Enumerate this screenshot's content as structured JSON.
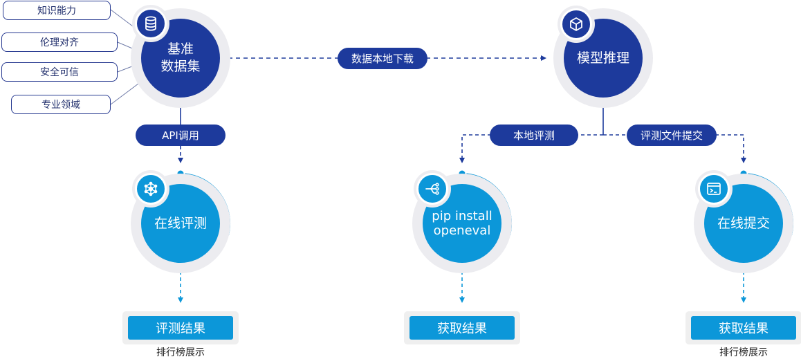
{
  "tags": [
    "知识能力",
    "伦理对齐",
    "安全可信",
    "专业领域"
  ],
  "nodes": {
    "dataset": {
      "line1": "基准",
      "line2": "数据集",
      "icon": "database-icon"
    },
    "model_inference": {
      "label": "模型推理",
      "icon": "cube-icon"
    },
    "online_eval": {
      "label": "在线评测",
      "icon": "network-icon"
    },
    "pip": {
      "line1": "pip install",
      "line2": "openeval",
      "icon": "flow-icon"
    },
    "online_submit": {
      "label": "在线提交",
      "icon": "terminal-icon"
    }
  },
  "edges": {
    "download": "数据本地下载",
    "api": "API调用",
    "local_eval": "本地评测",
    "file_submit": "评测文件提交"
  },
  "results": [
    {
      "button": "评测结果",
      "caption": "排行榜展示"
    },
    {
      "button": "获取结果",
      "caption": ""
    },
    {
      "button": "获取结果",
      "caption": "排行榜展示"
    }
  ],
  "colors": {
    "navy": "#1d3a9c",
    "sky": "#0c97d9",
    "halo": "#ececf0",
    "tag_border": "#24378f"
  }
}
